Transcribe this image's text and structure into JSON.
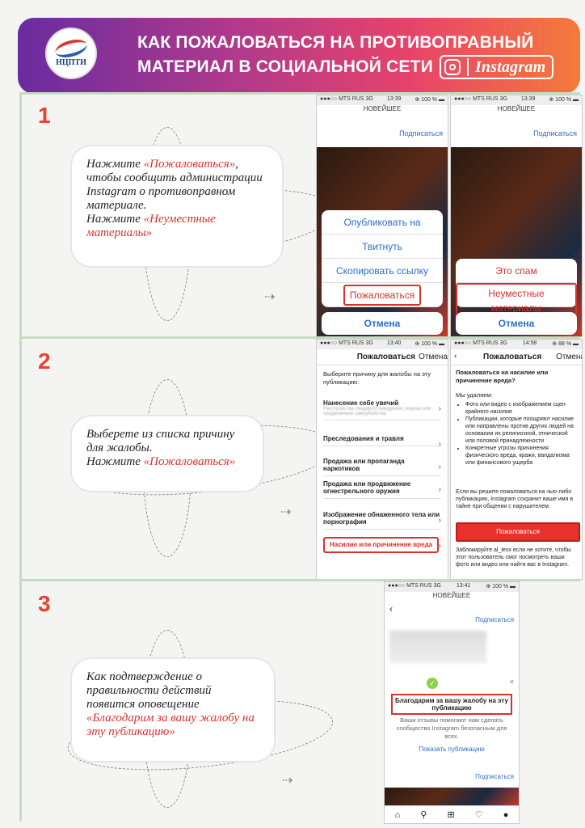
{
  "header": {
    "logo_text": "НЦПТИ",
    "title_line1": "КАК ПОЖАЛОВАТЬСЯ НА ПРОТИВОПРАВНЫЙ",
    "title_line2": "МАТЕРИАЛ В СОЦИАЛЬНОЙ СЕТИ",
    "instagram_label": "Instagram"
  },
  "step1": {
    "number": "1",
    "text_a": "Нажмите ",
    "text_b": "«Пожаловаться»",
    "text_c": ", чтобы сообщить администрации Instagram о противоправном материале.",
    "text_d": "Нажмите ",
    "text_e": "«Неуместные материалы»",
    "phoneA": {
      "carrier": "●●●○○ MTS RUS  3G",
      "time": "13:39",
      "battery": "⊕ 100 % ▬",
      "title": "НОВЕЙШЕЕ",
      "subscribe": "Подписаться",
      "menu": [
        "Опубликовать на Facebook",
        "Твитнуть",
        "Скопировать ссылку",
        "Пожаловаться"
      ],
      "cancel": "Отмена"
    },
    "phoneB": {
      "carrier": "●●●○○ MTS RUS  3G",
      "time": "13:39",
      "battery": "⊕ 100 % ▬",
      "title": "НОВЕЙШЕЕ",
      "subscribe": "Подписаться",
      "menu": [
        "Это спам",
        "Неуместные материалы"
      ],
      "cancel": "Отмена"
    }
  },
  "step2": {
    "number": "2",
    "text_a": "Выберете из списка причину для жалобы.",
    "text_b": "Нажмите ",
    "text_c": "«Пожаловаться»",
    "phoneA": {
      "carrier": "●●●○○ MTS RUS  3G",
      "time": "13:40",
      "battery": "⊕ 100 % ▬",
      "title": "Пожаловаться",
      "cancel": "Отмена",
      "intro": "Выберите причину для жалобы на эту публикацию:",
      "items": [
        "Нанесение себе увечий",
        "Преследования и травля",
        "Продажа или пропаганда наркотиков",
        "Продажа или продвижение огнестрельного оружия",
        "Изображение обнаженного тела или порнография",
        "Насилие или причинение вреда"
      ],
      "item1_sub": "Расстройства пищевого поведения, порезы или продвижение самоубийства"
    },
    "phoneB": {
      "carrier": "●●●○○ MTS RUS  3G",
      "time": "14:58",
      "battery": "⊕ 88 % ▬",
      "title": "Пожаловаться",
      "cancel": "Отмена",
      "question": "Пожаловаться на насилие или причинение вреда?",
      "we_remove": "Мы удаляем:",
      "bullets": [
        "Фото или видео с изображением сцен крайнего насилия",
        "Публикации, которые поощряют насилие или направлены против других людей на основании их религиозной, этнической или половой принадлежности",
        "Конкретные угрозы причинения физического вреда, кражи, вандализма или финансового ущерба"
      ],
      "note": "Если вы решите пожаловаться на чью-либо публикацию, Instagram сохранит ваше имя в тайне при общении с нарушителем.",
      "button": "Пожаловаться",
      "block": "Заблокируйте al_lexx если не хотите, чтобы этот пользователь смог посмотреть ваши фото или видео или найти вас в Instagram."
    }
  },
  "step3": {
    "number": "3",
    "text_a": "Как подтверждение о правильности действий появится оповещение ",
    "text_b": "«Благодарим за вашу жалобу на эту публикацию»",
    "phone": {
      "carrier": "●●●○○ MTS RUS  3G",
      "time": "13:41",
      "battery": "⊕ 100 % ▬",
      "title": "НОВЕЙШЕЕ",
      "subscribe": "Подписаться",
      "thanks": "Благодарим за вашу жалобу на эту публикацию",
      "feedback": "Ваши отзывы помогают нам сделать сообщество Instagram безопасным для всех.",
      "show_post": "Показать публикацию",
      "subscribe2": "Подписаться"
    }
  }
}
